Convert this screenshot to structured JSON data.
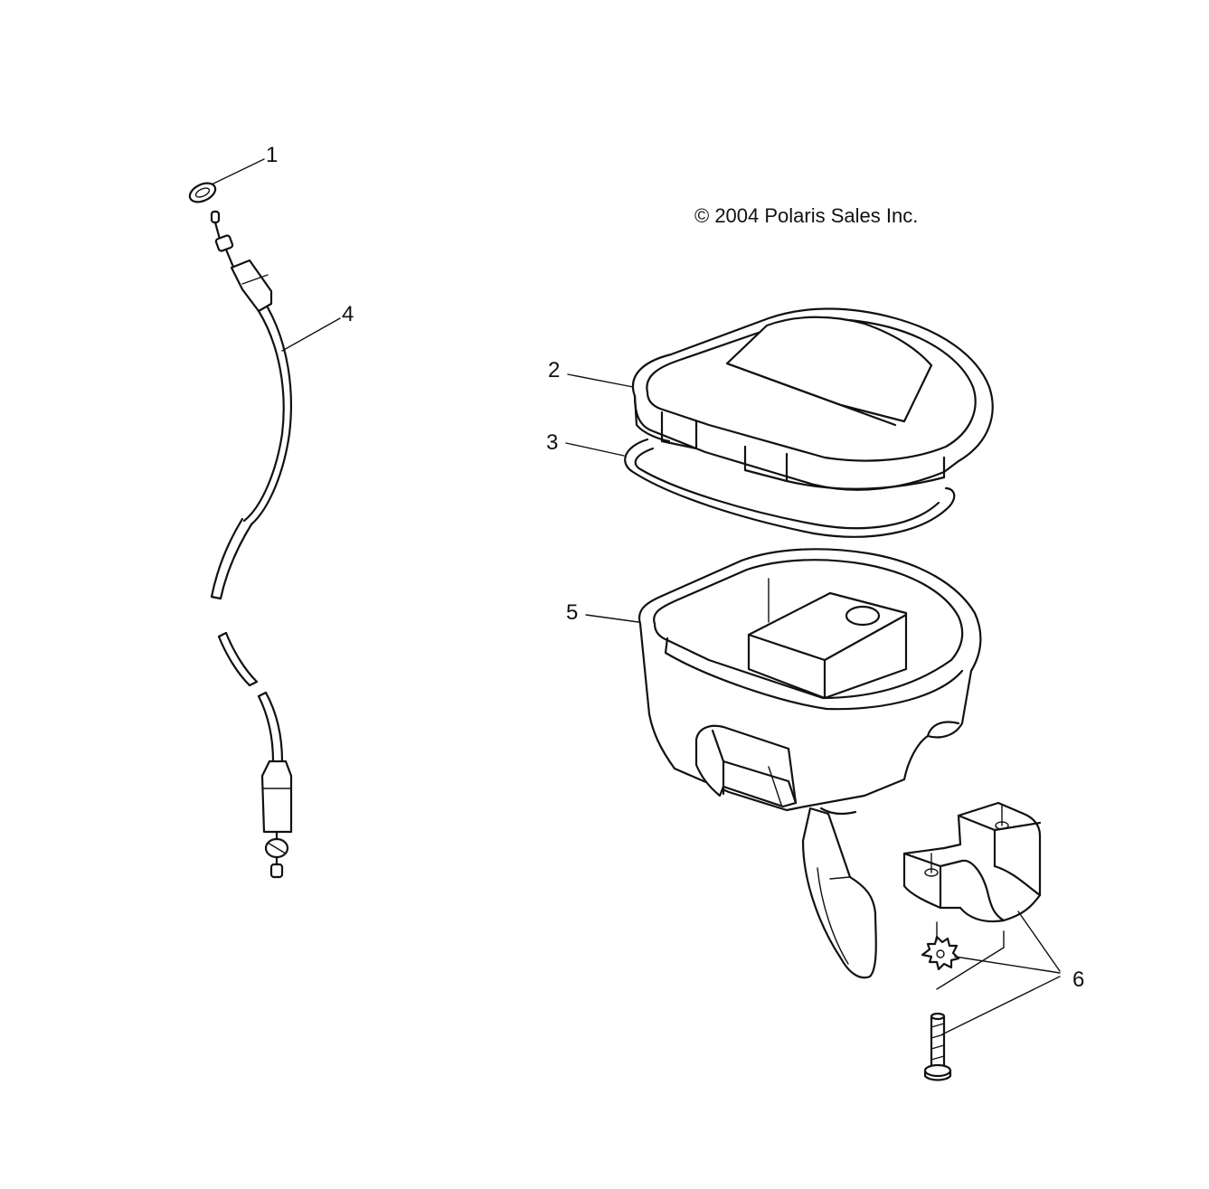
{
  "copyright": "© 2004 Polaris Sales Inc.",
  "callouts": [
    {
      "id": "1",
      "label": "1"
    },
    {
      "id": "2",
      "label": "2"
    },
    {
      "id": "3",
      "label": "3"
    },
    {
      "id": "4",
      "label": "4"
    },
    {
      "id": "5",
      "label": "5"
    },
    {
      "id": "6",
      "label": "6"
    }
  ]
}
